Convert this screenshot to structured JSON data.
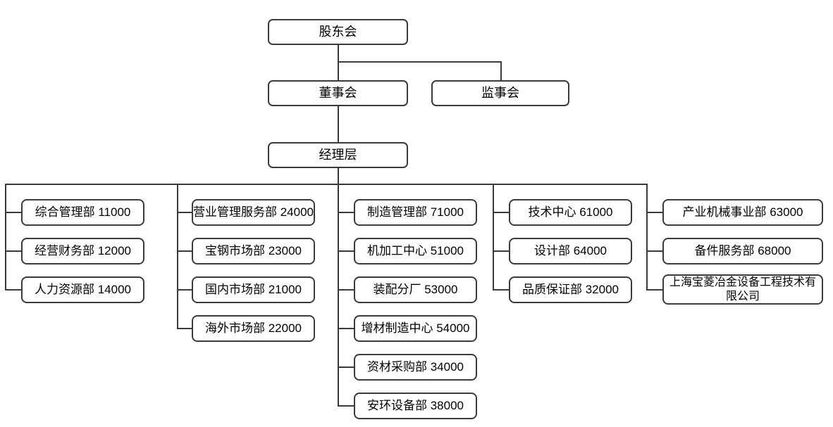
{
  "org": {
    "shareholders": "股东会",
    "board": "董事会",
    "supervisory": "监事会",
    "management": "经理层",
    "columns": [
      {
        "items": [
          "综合管理部 11000",
          "经营财务部 12000",
          "人力资源部 14000"
        ]
      },
      {
        "items": [
          "营业管理服务部 24000",
          "宝钢市场部 23000",
          "国内市场部 21000",
          "海外市场部 22000"
        ]
      },
      {
        "items": [
          "制造管理部 71000",
          "机加工中心 51000",
          "装配分厂 53000",
          "增材制造中心 54000",
          "资材采购部 34000",
          "安环设备部 38000"
        ]
      },
      {
        "items": [
          "技术中心 61000",
          "设计部 64000",
          "品质保证部 32000"
        ]
      },
      {
        "items": [
          "产业机械事业部 63000",
          "备件服务部 68000",
          "上海宝菱冶金设备工程技术有限公司"
        ]
      }
    ]
  },
  "colors": {
    "line": "#3b3b3b",
    "background": "#ffffff",
    "text": "#000000"
  }
}
